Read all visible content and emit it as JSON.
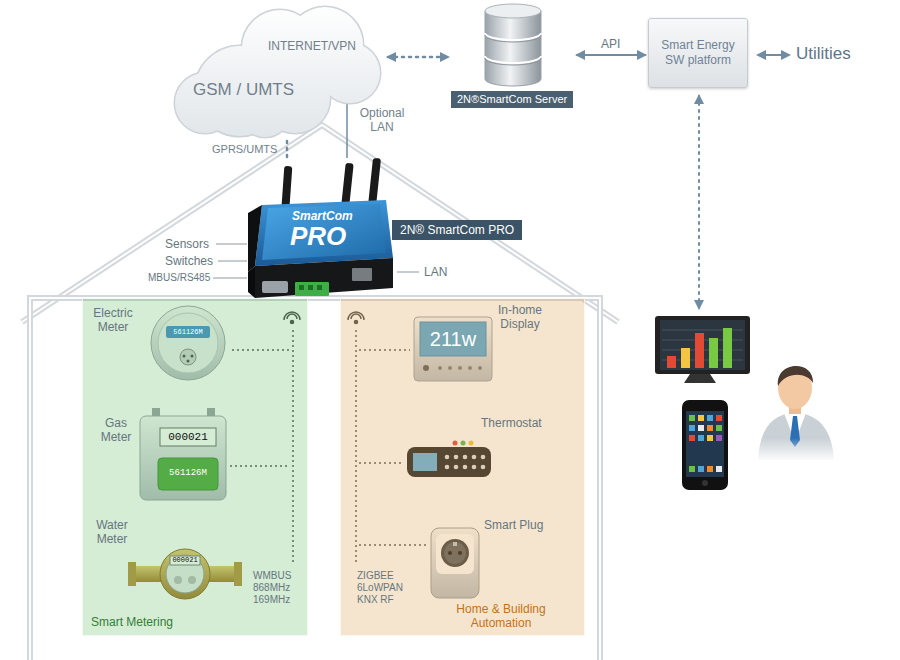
{
  "diagram": {
    "nodes": [
      {
        "text": [
          "INTERNET/VPN",
          "GSM / UMTS"
        ]
      },
      {
        "text": [
          "2N®SmartCom Server"
        ]
      },
      {
        "text": [
          "Smart Energy SW platform"
        ]
      },
      {
        "text": [
          "2N® SmartCom PRO"
        ]
      },
      {
        "text": [
          "Smart Metering"
        ]
      },
      {
        "text": [
          "Home & Building Automation"
        ]
      }
    ],
    "edges": [
      {
        "from": 0,
        "to": 1,
        "arrow": "both"
      },
      {
        "from": 1,
        "to": 2,
        "label": "API",
        "arrow": "both"
      }
    ],
    "labels": [
      "Utilities",
      "Optional LAN",
      "GPRS/UMTS",
      "Sensors",
      "Switches",
      "MBUS/RS485",
      "LAN",
      "SmartCom",
      "PRO",
      "Electric Meter",
      "561126M",
      "Gas Meter",
      "000021",
      "561126M",
      "Water Meter",
      "000021",
      "WMBUS 868MHz 169MHz",
      "In-home Display",
      "211w",
      "Thermostat",
      "Smart Plug",
      "ZIGBEE 6LoWPAN KNX RF"
    ]
  }
}
